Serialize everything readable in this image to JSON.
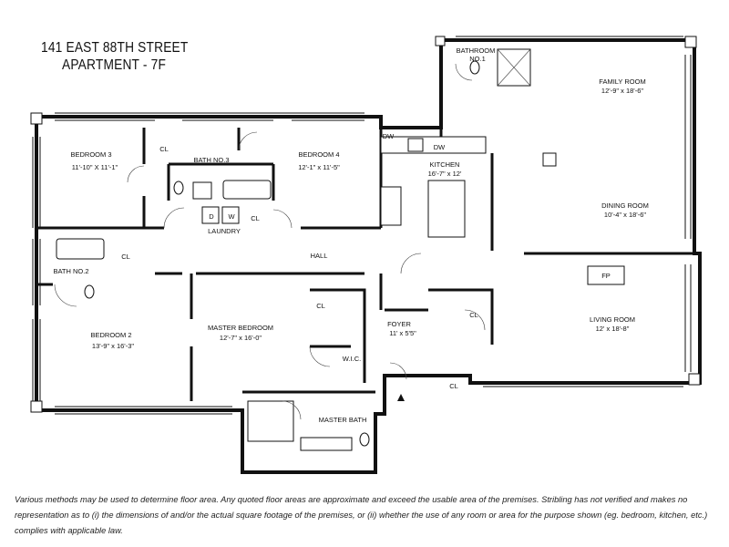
{
  "header": {
    "address": "141 EAST 88TH STREET",
    "unit": "APARTMENT - 7F"
  },
  "rooms": {
    "bathroom_no1": {
      "name": "BATHROOM",
      "sub": "NO.1"
    },
    "family_room": {
      "name": "FAMILY ROOM",
      "dims": "12'-9\" x 18'-6\""
    },
    "bedroom3": {
      "name": "BEDROOM 3",
      "dims": "11'-10\" X 11'-1\""
    },
    "bath3": {
      "name": "BATH NO.3"
    },
    "bedroom4": {
      "name": "BEDROOM 4",
      "dims": "12'-1\" x 11'-5\""
    },
    "kitchen": {
      "name": "KITCHEN",
      "dims": "16'-7\" x 12'"
    },
    "dining_room": {
      "name": "DINING ROOM",
      "dims": "10'-4\" x 18'-6\""
    },
    "laundry": {
      "name": "LAUNDRY",
      "d": "D",
      "w": "W"
    },
    "hall": {
      "name": "HALL"
    },
    "bath2": {
      "name": "BATH NO.2"
    },
    "living_room": {
      "name": "LIVING ROOM",
      "dims": "12' x 18'-8\""
    },
    "bedroom2": {
      "name": "BEDROOM 2",
      "dims": "13'-9\" x 16'-3\""
    },
    "master_bedroom": {
      "name": "MASTER BEDROOM",
      "dims": "12'-7\" x 16'-0\""
    },
    "foyer": {
      "name": "FOYER",
      "dims": "11' x 5'5\""
    },
    "wic": {
      "name": "W.I.C."
    },
    "master_bath": {
      "name": "MASTER BATH"
    }
  },
  "closets": {
    "label": "CL"
  },
  "fixtures": {
    "dw": "DW",
    "fp": "FP"
  },
  "disclaimer": "Various methods may be used to determine floor area. Any quoted floor areas are approximate and exceed the usable area of the premises. Stribling has not verified and makes no representation as to (i) the dimensions of and/or the actual square footage of the premises, or (ii) whether the use of any room or area for the purpose shown (eg. bedroom, kitchen, etc.) complies with applicable law.",
  "colors": {
    "ink": "#111111",
    "paper": "#ffffff"
  }
}
